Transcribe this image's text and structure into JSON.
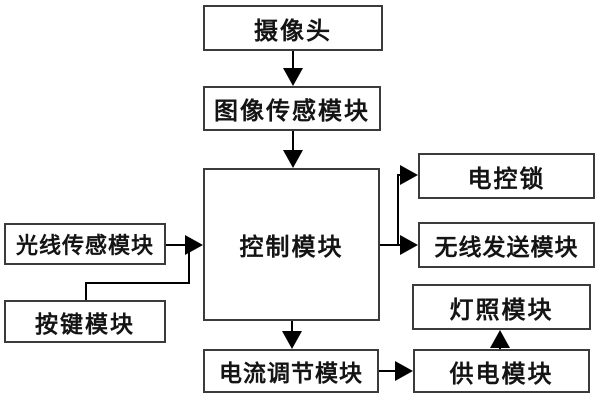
{
  "diagram": {
    "type": "flowchart",
    "nodes": [
      {
        "id": "camera",
        "label": "摄像头"
      },
      {
        "id": "image_sensor",
        "label": "图像传感模块"
      },
      {
        "id": "control",
        "label": "控制模块"
      },
      {
        "id": "light_sensor",
        "label": "光线传感模块"
      },
      {
        "id": "button",
        "label": "按键模块"
      },
      {
        "id": "lock",
        "label": "电控锁"
      },
      {
        "id": "wireless",
        "label": "无线发送模块"
      },
      {
        "id": "lighting",
        "label": "灯照模块"
      },
      {
        "id": "power",
        "label": "供电模块"
      },
      {
        "id": "current",
        "label": "电流调节模块"
      }
    ],
    "edges": [
      {
        "from": "camera",
        "to": "image_sensor",
        "arrow": true
      },
      {
        "from": "image_sensor",
        "to": "control",
        "arrow": true
      },
      {
        "from": "light_sensor",
        "to": "control",
        "arrow": true
      },
      {
        "from": "button",
        "to": "control",
        "arrow": true,
        "note": "joins light_sensor line before arrowhead"
      },
      {
        "from": "control",
        "to": "lock",
        "arrow": true
      },
      {
        "from": "control",
        "to": "wireless",
        "arrow": true
      },
      {
        "from": "control",
        "to": "current",
        "arrow": true
      },
      {
        "from": "current",
        "to": "power",
        "arrow": true
      },
      {
        "from": "power",
        "to": "lighting",
        "arrow": true
      }
    ],
    "colors": {
      "background": "#ffffff",
      "box_border": "#3b3b3b",
      "box_fill": "#ffffff",
      "line": "#000000",
      "text": "#141414"
    }
  }
}
